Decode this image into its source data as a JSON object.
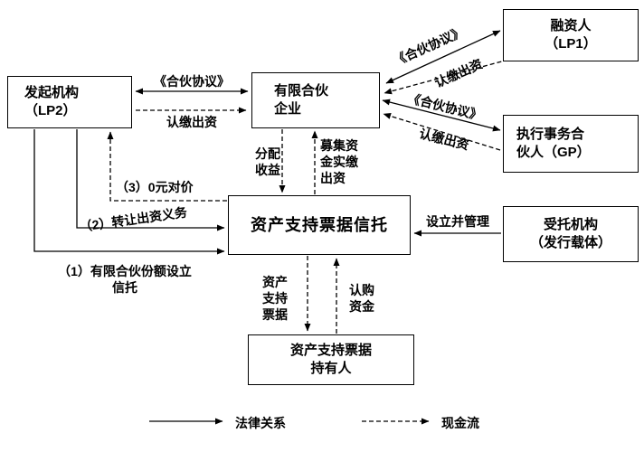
{
  "boxes": {
    "sponsor": "发起机构\n（LP2）",
    "partnership": "有限合伙\n企业",
    "financier": "融资人\n（LP1）",
    "gp": "执行事务合\n伙人（GP）",
    "trust": "资产支持票据信托",
    "trustee": "受托机构\n（发行载体）",
    "holders": "资产支持票据\n持有人"
  },
  "labels": {
    "lp2_agreement": "《合伙协议》",
    "lp2_contribution": "认缴出资",
    "lp1_agreement": "《合伙协议》",
    "lp1_contribution": "认缴出资",
    "gp_agreement": "《合伙协议》",
    "gp_contribution": "认缴出资",
    "distribute_income": "分配\n收益",
    "raised_capital_contribution": "募集资\n金实缴\n出资",
    "setup_and_manage": "设立并管理",
    "abs_notes": "资产\n支持\n票据",
    "subscription_funds": "认购\n资金",
    "step3_zero_consideration": "（3）0元对价",
    "step2_transfer_obligation": "（2）转让出资义务",
    "step1_setup_trust": "（1）有限合伙份额设立\n信托"
  },
  "legend": {
    "legal": "法律关系",
    "cash": "现金流"
  },
  "colors": {
    "line": "#000000",
    "background": "#ffffff"
  }
}
